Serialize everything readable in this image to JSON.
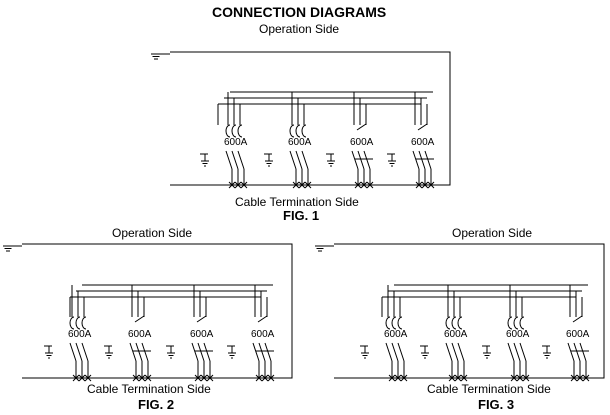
{
  "title": "CONNECTION DIAGRAMS",
  "figures": [
    {
      "id": "fig1",
      "top_label": "Operation Side",
      "bottom_label": "Cable Termination Side",
      "fig_label": "FIG. 1",
      "ways": [
        "fuse",
        "fuse",
        "switch",
        "switch"
      ],
      "ratings": [
        "600A",
        "600A",
        "600A",
        "600A"
      ]
    },
    {
      "id": "fig2",
      "top_label": "Operation Side",
      "bottom_label": "Cable Termination Side",
      "fig_label": "FIG. 2",
      "ways": [
        "fuse",
        "switch",
        "switch",
        "switch"
      ],
      "ratings": [
        "600A",
        "600A",
        "600A",
        "600A"
      ]
    },
    {
      "id": "fig3",
      "top_label": "Operation Side",
      "bottom_label": "Cable Termination Side",
      "fig_label": "FIG. 3",
      "ways": [
        "fuse",
        "fuse",
        "fuse",
        "switch"
      ],
      "ratings": [
        "600A",
        "600A",
        "600A",
        "600A"
      ]
    }
  ],
  "icons": {
    "ground": "ground-symbol",
    "fuse": "fuse-symbol",
    "switch": "switch-symbol",
    "cable": "cable-termination-symbol"
  }
}
